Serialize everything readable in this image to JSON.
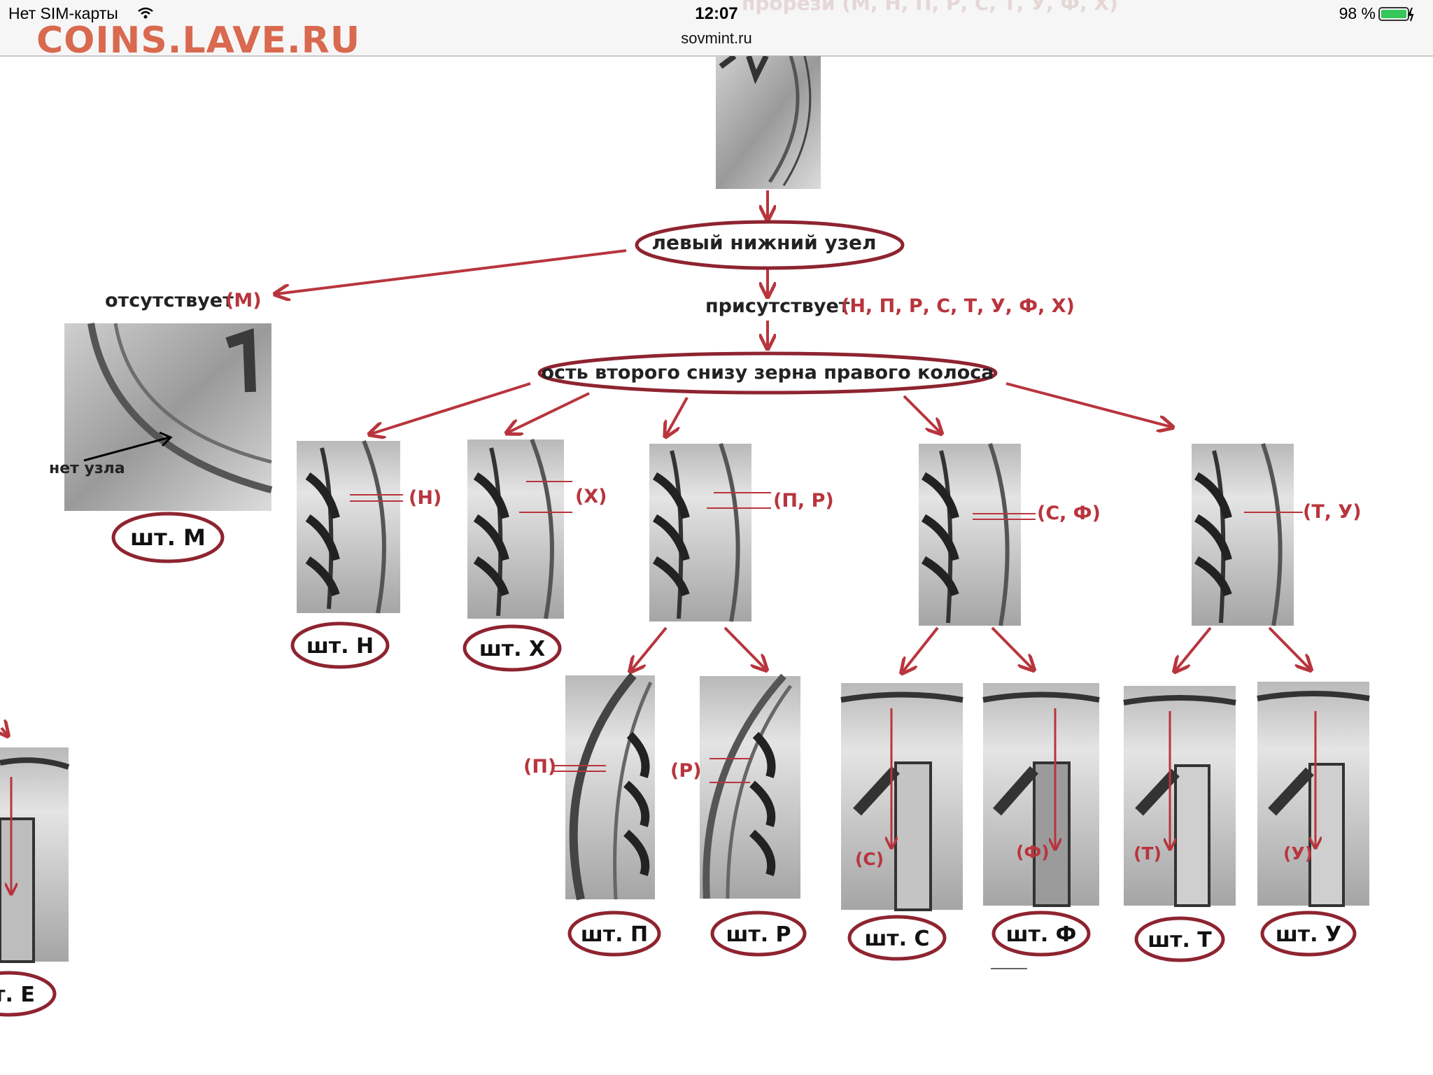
{
  "status_bar": {
    "carrier": "Нет SIM-карты",
    "time": "12:07",
    "url": "sovmint.ru",
    "battery": "98 %"
  },
  "watermark": "COINS.LAVE.RU",
  "ghost_title": "прорези (М, Н, П, Р, С, Т, У, Ф, Х)",
  "diagram": {
    "node_left_lower": "левый нижний узел",
    "absent_label": "отсутствует",
    "absent_code": "(М)",
    "present_label": "присутствует",
    "present_codes": "(Н, П, Р, С, Т, У, Ф, Х)",
    "node_axis": "ость второго снизу зерна правого колоса",
    "no_node": "нет узла",
    "markers": {
      "n": "(Н)",
      "x": "(Х)",
      "pr": "(П, Р)",
      "sf": "(С, Ф)",
      "tu": "(Т, У)",
      "p": "(П)",
      "r": "(Р)",
      "s": "(С)",
      "f": "(Ф)",
      "t": "(Т)",
      "u": "(У)"
    },
    "stamps": {
      "m": "шт. М",
      "n": "шт. Н",
      "x": "шт. Х",
      "p": "шт. П",
      "r": "шт. Р",
      "s": "шт. С",
      "f": "шт. Ф",
      "t": "шт. Т",
      "u": "шт. У",
      "e": "т. Е"
    }
  },
  "colors": {
    "accent_red": "#b8353d",
    "watermark": "#d9694f",
    "battery_green": "#35c759"
  }
}
